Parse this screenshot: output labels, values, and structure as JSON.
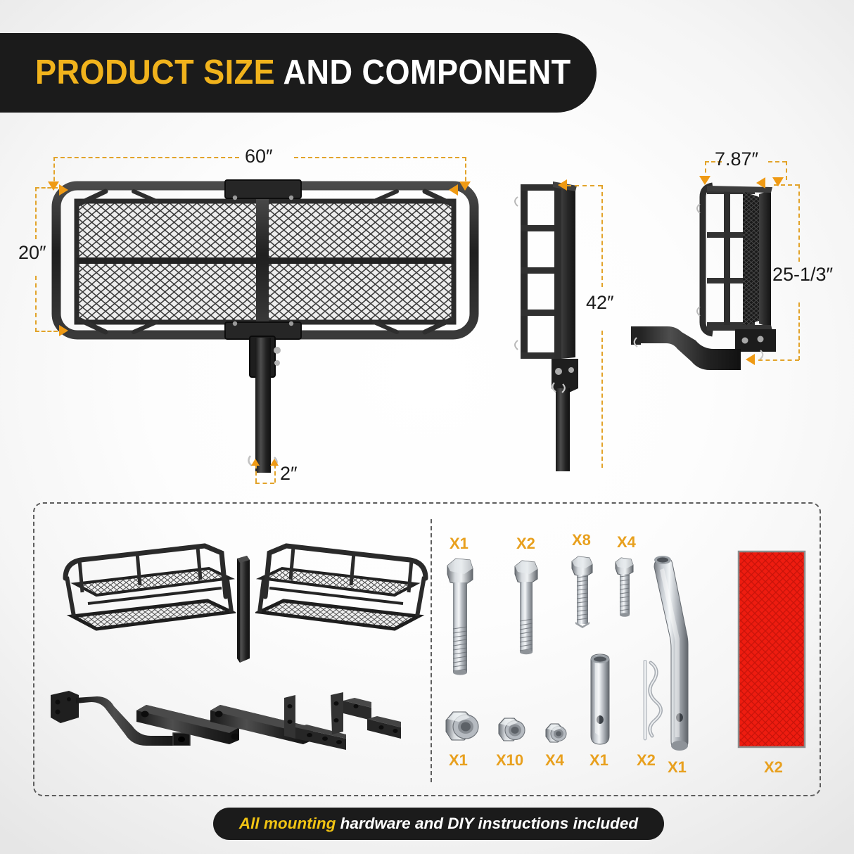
{
  "header": {
    "title_highlight": "PRODUCT SIZE",
    "title_rest": " AND COMPONENT"
  },
  "colors": {
    "accent_yellow": "#F1B31C",
    "dimension_orange": "#E2A32A",
    "arrow_orange": "#EF9A14",
    "count_orange": "#E8A01E",
    "banner_black": "#1b1b1b",
    "reflector_red": "#EE1C10",
    "metal_black": "#2b2b2b",
    "chrome_silver": "#c9ccd0"
  },
  "dimensions": {
    "width": "60″",
    "height": "20″",
    "shank_height": "42″",
    "depth": "7.87″",
    "folded_height": "25-1/3″",
    "shank_size": "2″"
  },
  "views": {
    "top_view_name": "cargo-carrier-top-view",
    "side_view_name": "cargo-carrier-side-view-folded",
    "rear_view_name": "cargo-carrier-rear-view-folded"
  },
  "components": {
    "left_section": {
      "basket_left": "basket-half-left",
      "basket_right": "basket-half-right",
      "center_tube": "center-square-tube",
      "shank_arm": "curved-shank-arm",
      "rail_a": "side-rail-tube-a",
      "rail_b": "side-rail-tube-b",
      "bracket_a": "angle-bracket-a",
      "bracket_b": "angle-bracket-b"
    },
    "hardware_top_row": [
      {
        "name": "hex-bolt-long",
        "count": "X1"
      },
      {
        "name": "hex-bolt-medium",
        "count": "X2"
      },
      {
        "name": "hex-bolt-short",
        "count": "X8"
      },
      {
        "name": "hex-bolt-mini",
        "count": "X4"
      }
    ],
    "hardware_bottom_row": [
      {
        "name": "flange-nut-large",
        "count": "X1"
      },
      {
        "name": "flange-nut-medium",
        "count": "X10"
      },
      {
        "name": "flange-nut-small",
        "count": "X4"
      },
      {
        "name": "hitch-pin-short",
        "count": "X1"
      },
      {
        "name": "r-clip",
        "count": "X2"
      },
      {
        "name": "hitch-pin-long",
        "count": "X1"
      },
      {
        "name": "red-reflector",
        "count": "X2"
      }
    ],
    "hardware_bent_pin": {
      "name": "bent-hitch-pin",
      "count": "X1"
    },
    "reflector": {
      "name": "red-reflector-tape",
      "count": "X2"
    }
  },
  "footer": {
    "text_highlight": "All mounting",
    "text_rest": " hardware and DIY instructions included"
  }
}
